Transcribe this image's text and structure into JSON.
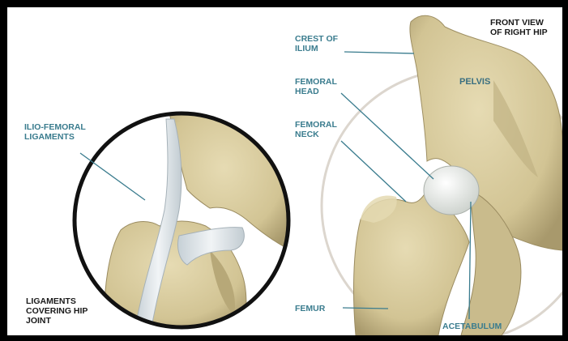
{
  "labels": {
    "front_view": "FRONT VIEW\nOF RIGHT HIP",
    "crest_of_ilium": "CREST OF\nILIUM",
    "pelvis": "PELVIS",
    "femoral_head": "FEMORAL\nHEAD",
    "femoral_neck": "FEMORAL\nNECK",
    "ilio_femoral": "ILIO-FEMORAL\nLIGAMENTS",
    "ligaments_covering": "LIGAMENTS\nCOVERING HIP\nJOINT",
    "femur": "FEMUR",
    "acetabulum": "ACETABULUM"
  },
  "colors": {
    "bone": "#d8cba0",
    "bone_shadow": "#b3a57a",
    "cartilage": "#e9ece8",
    "ligament": "#dfe6ea",
    "leader": "#3a7c8e",
    "circle_outline": "#111111",
    "guide_circle": "#d9d4cc"
  }
}
